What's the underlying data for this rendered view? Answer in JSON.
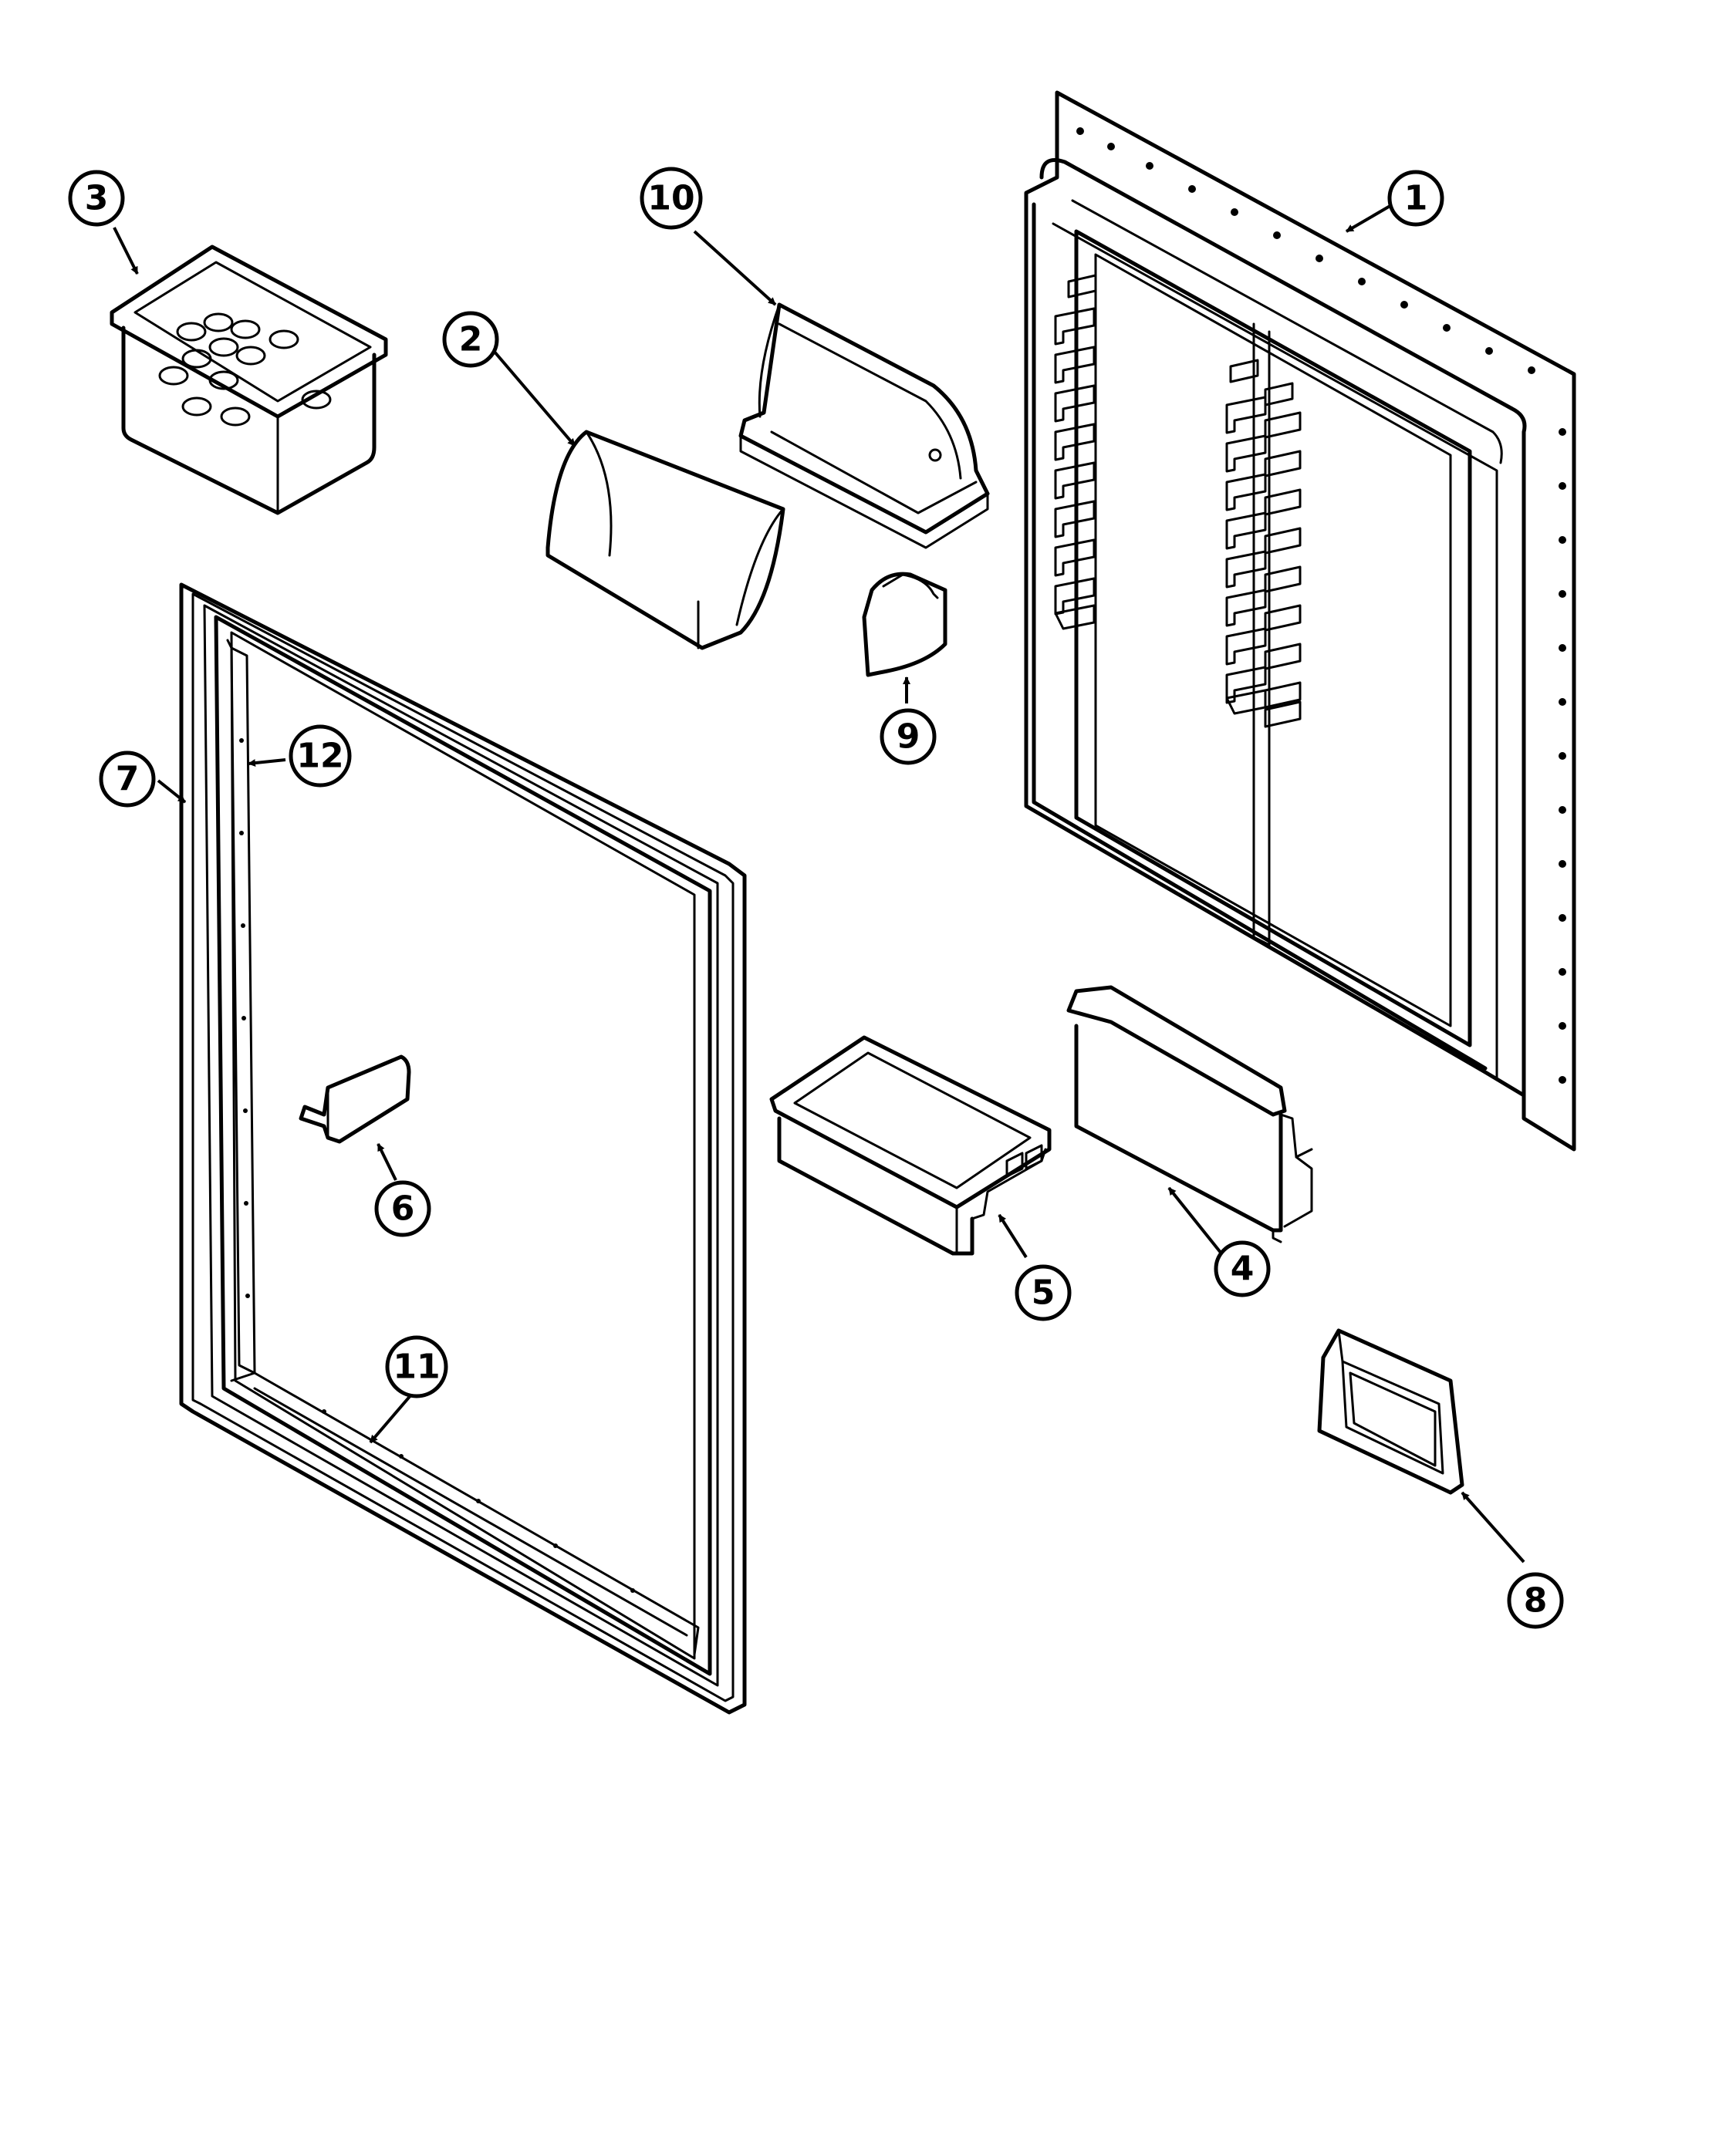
{
  "diagram": {
    "type": "exploded-parts-view",
    "callouts": [
      {
        "id": "c1",
        "label": "1",
        "part": "door-inner-liner"
      },
      {
        "id": "c2",
        "label": "2",
        "part": "dairy-door-cover"
      },
      {
        "id": "c3",
        "label": "3",
        "part": "egg-bin"
      },
      {
        "id": "c4",
        "label": "4",
        "part": "door-bin-large"
      },
      {
        "id": "c5",
        "label": "5",
        "part": "door-bin-small"
      },
      {
        "id": "c6",
        "label": "6",
        "part": "bottle-retainer"
      },
      {
        "id": "c7",
        "label": "7",
        "part": "door-gasket"
      },
      {
        "id": "c8",
        "label": "8",
        "part": "door-handle-trim"
      },
      {
        "id": "c9",
        "label": "9",
        "part": "dairy-door-end-cap"
      },
      {
        "id": "c10",
        "label": "10",
        "part": "dairy-compartment"
      },
      {
        "id": "c11",
        "label": "11",
        "part": "gasket-retainer-bottom"
      },
      {
        "id": "c12",
        "label": "12",
        "part": "gasket-retainer-side"
      }
    ]
  }
}
